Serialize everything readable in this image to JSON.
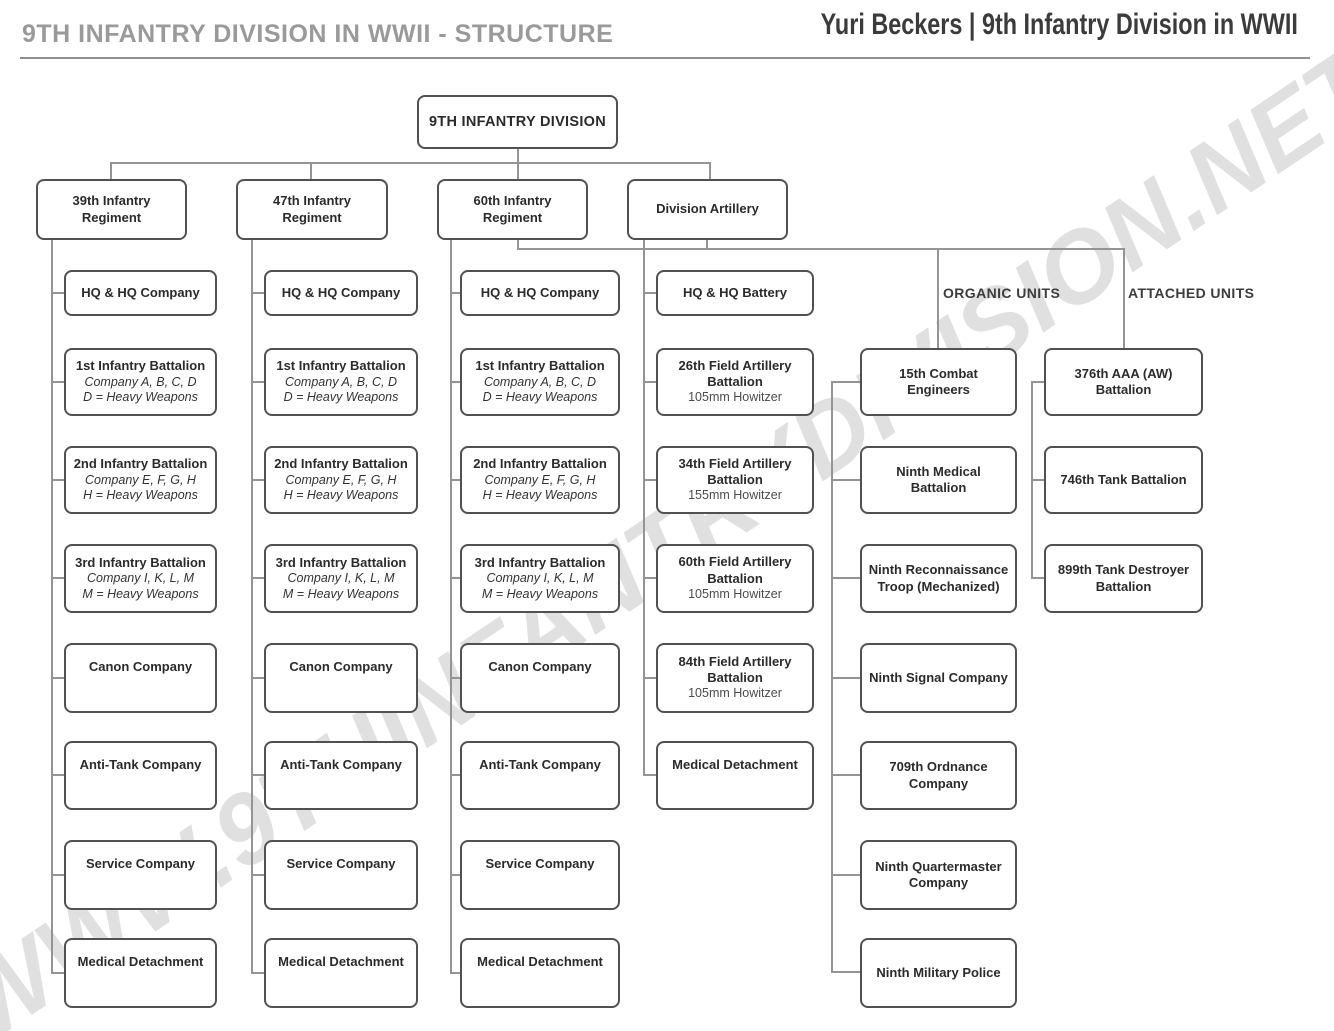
{
  "header": {
    "title": "9TH INFANTRY DIVISION IN WWII - STRUCTURE",
    "brand": "Yuri Beckers | 9th Infantry Division in WWII"
  },
  "watermark": "WWW.9THINFANTRYDIVISION.NET",
  "root": {
    "title": "9TH INFANTRY DIVISION"
  },
  "labels": {
    "organic": "ORGANIC UNITS",
    "attached": "ATTACHED UNITS"
  },
  "columns": [
    {
      "head": "39th Infantry Regiment",
      "children": [
        {
          "title": "HQ & HQ Company"
        },
        {
          "title": "1st Infantry Battalion",
          "sub1": "Company A, B, C, D",
          "sub2": "D = Heavy Weapons"
        },
        {
          "title": "2nd Infantry Battalion",
          "sub1": "Company E, F, G, H",
          "sub2": "H = Heavy Weapons"
        },
        {
          "title": "3rd Infantry Battalion",
          "sub1": "Company I, K, L, M",
          "sub2": "M = Heavy Weapons"
        },
        {
          "title": "Canon Company"
        },
        {
          "title": "Anti-Tank Company"
        },
        {
          "title": "Service Company"
        },
        {
          "title": "Medical Detachment"
        }
      ]
    },
    {
      "head": "47th Infantry Regiment",
      "children": [
        {
          "title": "HQ & HQ Company"
        },
        {
          "title": "1st Infantry Battalion",
          "sub1": "Company A, B, C, D",
          "sub2": "D = Heavy Weapons"
        },
        {
          "title": "2nd Infantry Battalion",
          "sub1": "Company E, F, G, H",
          "sub2": "H = Heavy Weapons"
        },
        {
          "title": "3rd Infantry Battalion",
          "sub1": "Company I, K, L, M",
          "sub2": "M = Heavy Weapons"
        },
        {
          "title": "Canon Company"
        },
        {
          "title": "Anti-Tank Company"
        },
        {
          "title": "Service Company"
        },
        {
          "title": "Medical Detachment"
        }
      ]
    },
    {
      "head": "60th Infantry Regiment",
      "children": [
        {
          "title": "HQ & HQ Company"
        },
        {
          "title": "1st Infantry Battalion",
          "sub1": "Company A, B, C, D",
          "sub2": "D = Heavy Weapons"
        },
        {
          "title": "2nd Infantry Battalion",
          "sub1": "Company E, F, G, H",
          "sub2": "H = Heavy Weapons"
        },
        {
          "title": "3rd Infantry Battalion",
          "sub1": "Company I, K, L, M",
          "sub2": "M = Heavy Weapons"
        },
        {
          "title": "Canon Company"
        },
        {
          "title": "Anti-Tank Company"
        },
        {
          "title": "Service Company"
        },
        {
          "title": "Medical Detachment"
        }
      ]
    },
    {
      "head": "Division Artillery",
      "children": [
        {
          "title": "HQ & HQ Battery"
        },
        {
          "title": "26th Field Artillery Battalion",
          "note": "105mm Howitzer"
        },
        {
          "title": "34th Field Artillery Battalion",
          "note": "155mm Howitzer"
        },
        {
          "title": "60th Field Artillery Battalion",
          "note": "105mm Howitzer"
        },
        {
          "title": "84th Field Artillery Battalion",
          "note": "105mm Howitzer"
        },
        {
          "title": "Medical Detachment"
        }
      ]
    },
    {
      "children": [
        {
          "title": "15th Combat Engineers"
        },
        {
          "title": "Ninth Medical Battalion"
        },
        {
          "title": "Ninth Reconnaissance Troop (Mechanized)"
        },
        {
          "title": "Ninth Signal Company"
        },
        {
          "title": "709th Ordnance Company"
        },
        {
          "title": "Ninth Quartermaster Company"
        },
        {
          "title": "Ninth Military Police"
        }
      ]
    },
    {
      "children": [
        {
          "title": "376th AAA (AW) Battalion"
        },
        {
          "title": "746th Tank Battalion"
        },
        {
          "title": "899th Tank Destroyer Battalion"
        }
      ]
    }
  ]
}
